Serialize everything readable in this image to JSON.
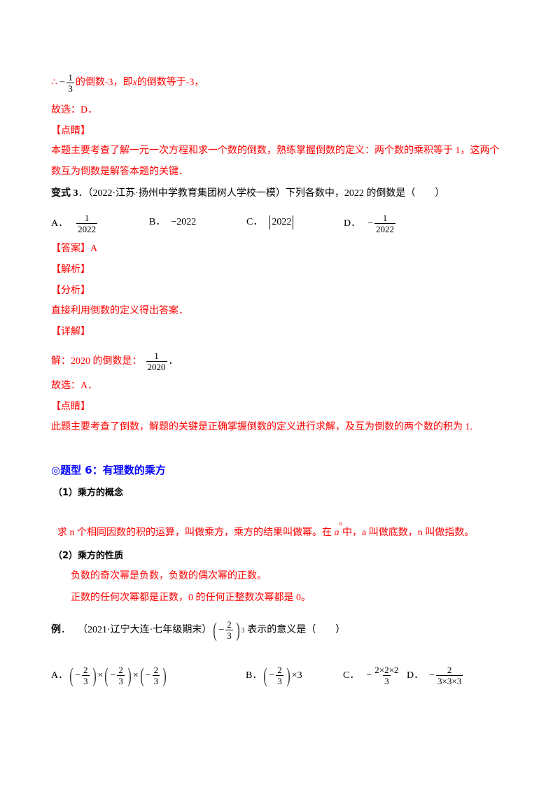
{
  "prev_solution": {
    "therefore_symbol": "∴",
    "neg_sign": "−",
    "frac_num": "1",
    "frac_den": "3",
    "text_after_frac": "的倒数-3，即",
    "var_x": "x",
    "text_end": "的倒数等于-3，",
    "choose": "故选：D．",
    "comment_label": "【点睛】",
    "comment_line1": "本题主要考查了解一元一次方程和求一个数的倒数，熟练掌握倒数的定义：两个数的乘积等于 1，这两个",
    "comment_line2": "数互为倒数是解答本题的关键．"
  },
  "variant3": {
    "label": "变式 3",
    "sep": "．",
    "source": "（2022·江苏·扬州中学教育集团树人学校一模）下列各数中，2022 的倒数是（　　）",
    "options": {
      "A": {
        "letter": "A．",
        "num": "1",
        "den": "2022"
      },
      "B": {
        "letter": "B．",
        "text": "−2022"
      },
      "C": {
        "letter": "C．",
        "text": "2022"
      },
      "D": {
        "letter": "D．",
        "sign": "−",
        "num": "1",
        "den": "2022"
      }
    },
    "answer_label": "【答案】A",
    "analysis_label": "【解析】",
    "fenxi_label": "【分析】",
    "fenxi_text": "直接利用倒数的定义得出答案．",
    "detail_label": "【详解】",
    "detail_prefix": "解：2020 的倒数是：",
    "detail_num": "1",
    "detail_den": "2020",
    "detail_suffix": "．",
    "choose": "故选：A．",
    "comment_label": "【点睛】",
    "comment_text": "此题主要考查了倒数，解题的关键是正确掌握倒数的定义进行求解，及互为倒数的两个数的积为 1."
  },
  "section6": {
    "title": "◎题型 6：有理数的乘方",
    "colors": {
      "title": "#0000ff",
      "answer": "#ff0000"
    },
    "concept_heading": "（1）乘方的概念",
    "concept_text_a": "求 n 个相同因数的积的运算，叫做乘方，乘方的结果叫做幂。在",
    "concept_base": "a",
    "concept_exp": "n",
    "concept_text_b": "中，a 叫做底数，n 叫做指数。",
    "property_heading": "（2）乘方的性质",
    "property_line1": "负数的奇次幂是负数，负数的偶次幂的正数。",
    "property_line2": "正数的任何次幂都是正数，0 的任何正整数次幂都是 0。"
  },
  "example": {
    "label": "例",
    "sep": "．",
    "source": "（2021·辽宁大连·七年级期末）",
    "expr_sign": "−",
    "expr_num": "2",
    "expr_den": "3",
    "expr_exp": "3",
    "question_tail": "表示的意义是（　　）",
    "options": {
      "A": {
        "letter": "A．",
        "sign": "−",
        "num": "2",
        "den": "3",
        "times": "×"
      },
      "B": {
        "letter": "B．",
        "sign": "−",
        "num": "2",
        "den": "3",
        "tail": "×3"
      },
      "C": {
        "letter": "C．",
        "sign": "−",
        "num": "2×2×2",
        "den": "3"
      },
      "D": {
        "letter": "D．",
        "sign": "−",
        "num": "2",
        "den": "3×3×3"
      }
    }
  }
}
